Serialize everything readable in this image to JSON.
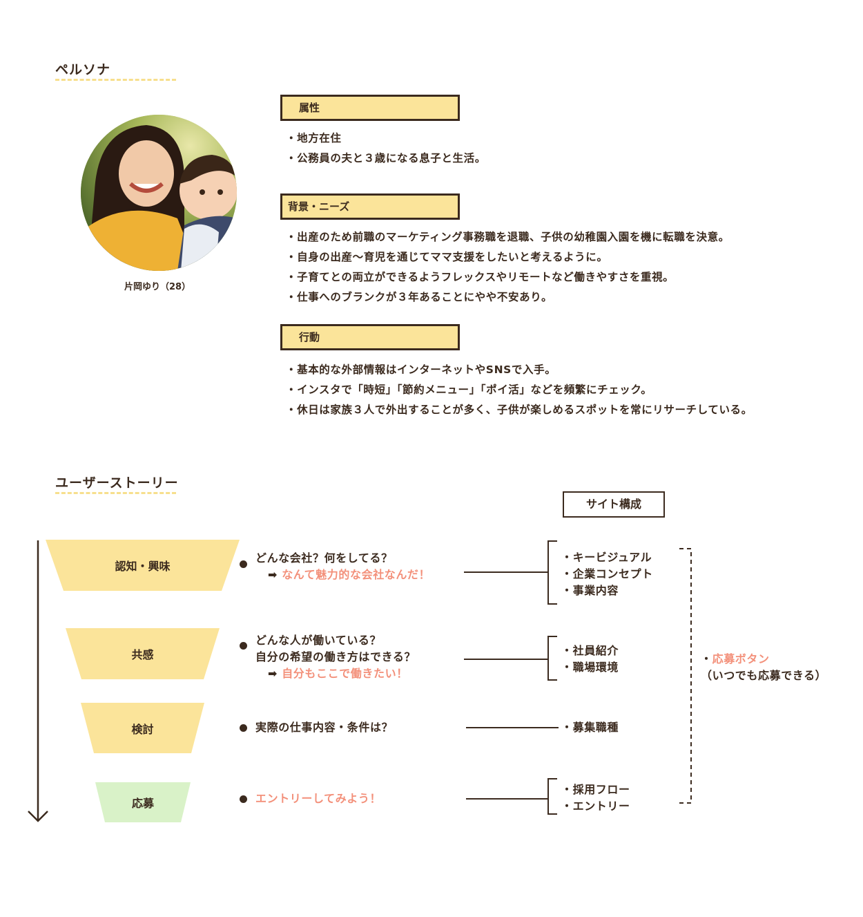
{
  "persona": {
    "title": "ペルソナ",
    "name_caption": "片岡ゆり（28）",
    "attributes": {
      "label": "属性",
      "items": [
        "地方在住",
        "公務員の夫と３歳になる息子と生活。"
      ]
    },
    "background": {
      "label": "背景・ニーズ",
      "items": [
        "出産のため前職のマーケティング事務職を退職、子供の幼稚園入園を機に転職を決意。",
        "自身の出産〜育児を通じてママ支援をしたいと考えるように。",
        "子育てとの両立ができるようフレックスやリモートなど働きやすさを重視。",
        "仕事へのブランクが３年あることにやや不安あり。"
      ]
    },
    "behavior": {
      "label": "行動",
      "items": [
        "基本的な外部情報はインターネットやSNSで入手。",
        "インスタで「時短」「節約メニュー」「ポイ活」などを頻繁にチェック。",
        "休日は家族３人で外出することが多く、子供が楽しめるスポットを常にリサーチしている。"
      ]
    }
  },
  "story": {
    "title": "ユーザーストーリー",
    "site_header": "サイト構成",
    "stages": [
      {
        "label": "認知・興味",
        "color": "#fbe49a",
        "question_lines": [
          "どんな会社？何をしてる？"
        ],
        "highlight": "なんて魅力的な会社なんだ！",
        "site_items": [
          "キービジュアル",
          "企業コンセプト",
          "事業内容"
        ]
      },
      {
        "label": "共感",
        "color": "#fbe49a",
        "question_lines": [
          "どんな人が働いている？",
          "自分の希望の働き方はできる？"
        ],
        "highlight": "自分もここで働きたい！",
        "site_items": [
          "社員紹介",
          "職場環境"
        ]
      },
      {
        "label": "検討",
        "color": "#fbe49a",
        "question_lines": [
          "実際の仕事内容・条件は？"
        ],
        "highlight": "",
        "site_items": [
          "募集職種"
        ]
      },
      {
        "label": "応募",
        "color": "#d9f2c8",
        "question_lines": [],
        "highlight": "エントリーしてみよう！",
        "site_items": [
          "採用フロー",
          "エントリー"
        ]
      }
    ],
    "apply_note": {
      "label": "応募ボタン",
      "sub": "（いつでも応募できる）"
    },
    "arrow_glyph": "➡",
    "colors": {
      "accent_yellow": "#fbe49a",
      "accent_green": "#d9f2c8",
      "highlight": "#f3907a",
      "ink": "#3b2a1e"
    }
  }
}
